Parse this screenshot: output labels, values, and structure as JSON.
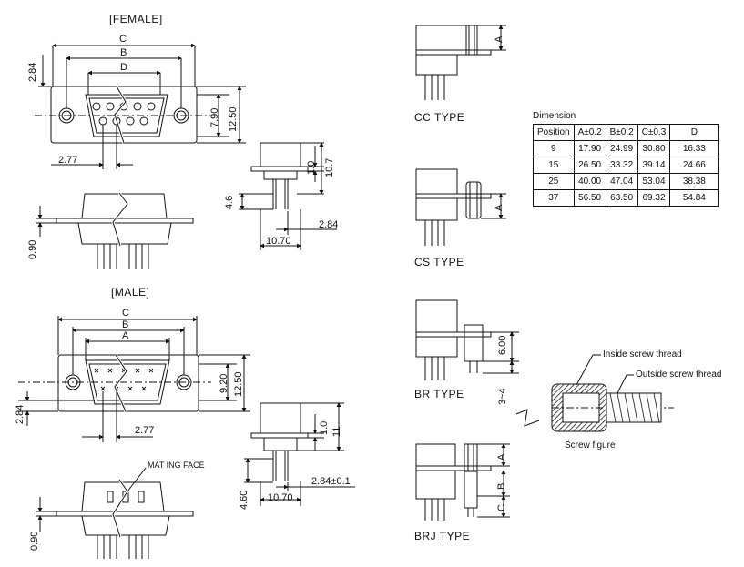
{
  "female": {
    "title": "[FEMALE]",
    "dims": {
      "C": "C",
      "B": "B",
      "D": "D",
      "h1": "2.84",
      "w1": "2.77",
      "v1": "7.90",
      "v2": "12.50",
      "side_h1": "1.0",
      "side_h2": "10.7",
      "side_h3": "4.6",
      "side_w1": "10.70",
      "side_w2": "2.84",
      "front_h": "0.90"
    }
  },
  "male": {
    "title": "[MALE]",
    "dims": {
      "C": "C",
      "B": "B",
      "A": "A",
      "h1": "2.84",
      "w1": "2.77",
      "v1": "9.20",
      "v2": "12.50",
      "side_h1": "1.0",
      "side_h2": "11",
      "side_h3": "4.60",
      "side_w1": "10.70",
      "side_w2": "2.84±0.1",
      "front_h": "0.90",
      "mating": "MAT ING FACE"
    }
  },
  "types": {
    "cc": "CC TYPE",
    "cs": "CS TYPE",
    "br": "BR TYPE",
    "brj": "BRJ TYPE",
    "dimA": "A",
    "dimB": "B",
    "dimC": "C",
    "br_h": "6.00",
    "br_h2": "3~4"
  },
  "table": {
    "title": "Dimension",
    "headers": [
      "Position",
      "A±0.2",
      "B±0.2",
      "C±0.3",
      "D"
    ],
    "rows": [
      [
        "9",
        "17.90",
        "24.99",
        "30.80",
        "16.33"
      ],
      [
        "15",
        "26.50",
        "33.32",
        "39.14",
        "24.66"
      ],
      [
        "25",
        "40.00",
        "47.04",
        "53.04",
        "38.38"
      ],
      [
        "37",
        "56.50",
        "63.50",
        "69.32",
        "54.84"
      ]
    ]
  },
  "screw": {
    "inside": "Inside screw thread",
    "outside": "Outside screw thread",
    "caption": "Screw figure"
  }
}
